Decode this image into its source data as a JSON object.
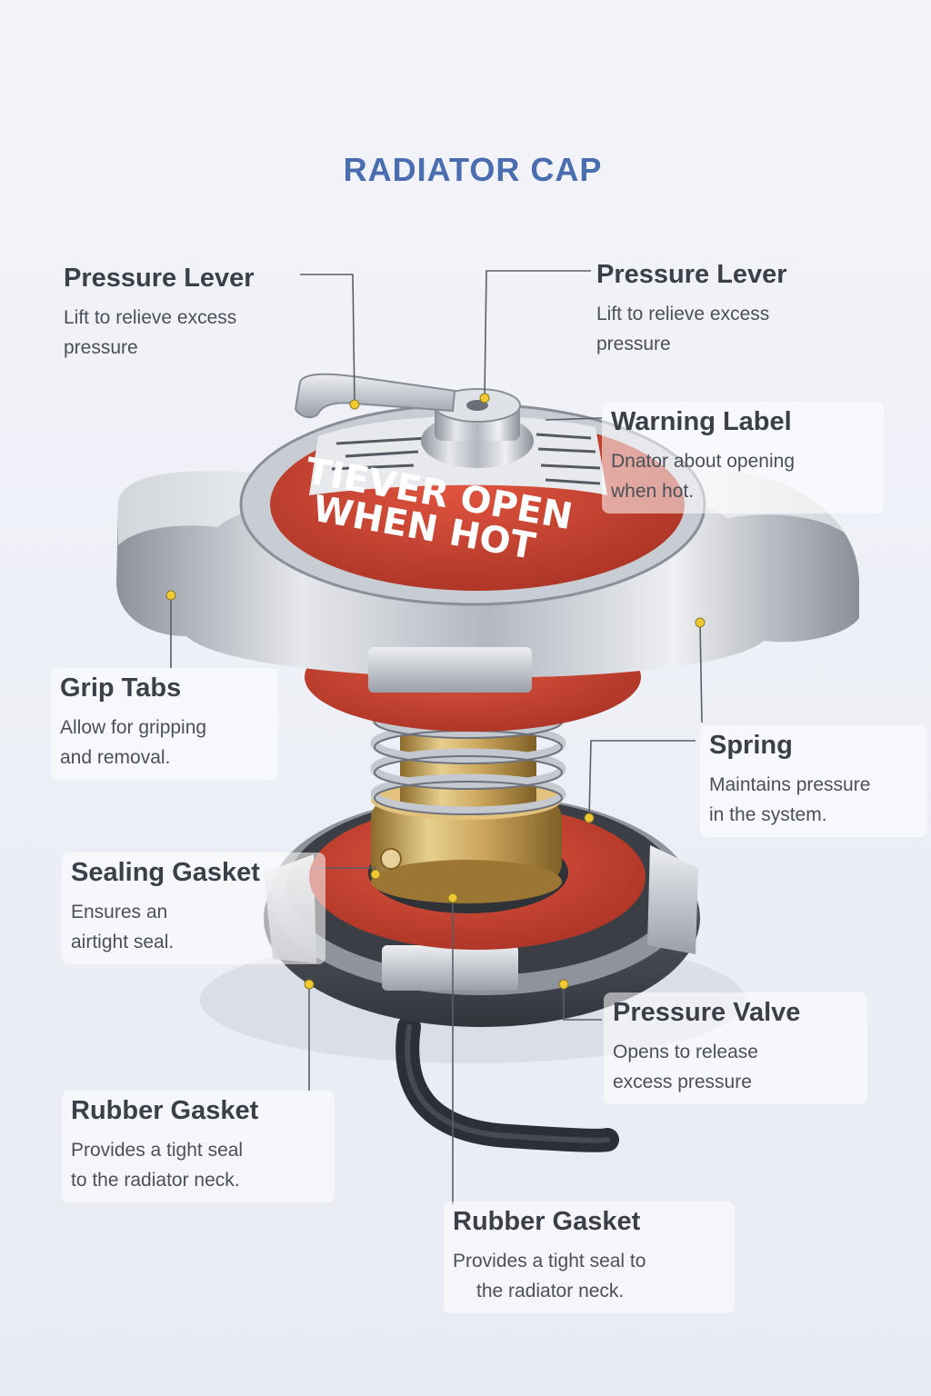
{
  "title": "RADIATOR CAP",
  "cap_label": {
    "line1": "TIEVER OPEN",
    "line2": "WHEN HOT"
  },
  "colors": {
    "title": "#4a6db0",
    "cap_red": "#c9402f",
    "steel": "#b8bcc4",
    "brass": "#c9a45a",
    "leader": "#5a5e66",
    "dot": "#f0c832"
  },
  "callouts": [
    {
      "id": "pressure-lever-left",
      "heading": "Pressure Lever",
      "lines": [
        "Lift to relieve excess",
        "pressure"
      ]
    },
    {
      "id": "pressure-lever-right",
      "heading": "Pressure Lever",
      "lines": [
        "Lift to relieve excess",
        "pressure"
      ]
    },
    {
      "id": "warning-label",
      "heading": "Warning Label",
      "lines": [
        "Dnator about opening",
        "when hot."
      ]
    },
    {
      "id": "grip-tabs",
      "heading": "Grip Tabs",
      "lines": [
        "Allow for gripping",
        "and removal."
      ]
    },
    {
      "id": "spring",
      "heading": "Spring",
      "lines": [
        "Maintains pressure",
        "in the system."
      ]
    },
    {
      "id": "sealing-gasket",
      "heading": "Sealing Gasket",
      "lines": [
        "Ensures an",
        "airtight seal."
      ]
    },
    {
      "id": "pressure-valve",
      "heading": "Pressure Valve",
      "lines": [
        "Opens to release",
        "excess pressure"
      ]
    },
    {
      "id": "rubber-gasket-left",
      "heading": "Rubber Gasket",
      "lines": [
        "Provides a tight seal",
        "to the radiator neck."
      ]
    },
    {
      "id": "rubber-gasket-bottom",
      "heading": "Rubber Gasket",
      "lines": [
        "Provides a tight seal to",
        "the radiator neck."
      ]
    }
  ]
}
